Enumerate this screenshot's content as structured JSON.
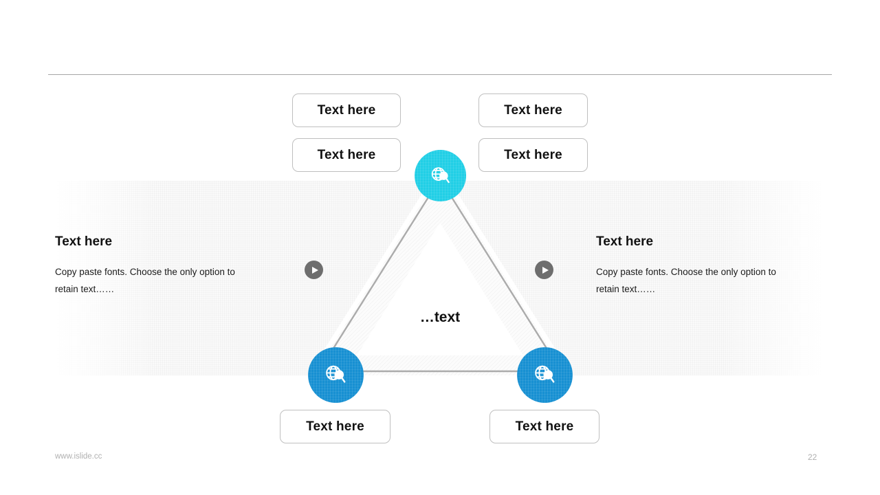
{
  "slide": {
    "centre_label": "…text",
    "divider": "horizontal-rule"
  },
  "colors": {
    "node_top": "#21CFE6",
    "node_bottom_left": "#1790D2",
    "node_bottom_right": "#1790D2",
    "play_button": "#6E6E6E",
    "pill_border": "#BFBFBF",
    "band": "#FAFAFA",
    "triangle_outline": "#ABABAB",
    "footer_text": "#B0B0B0"
  },
  "nodes": [
    {
      "id": "top",
      "icon": "globe-search-icon",
      "color": "#21CFE6"
    },
    {
      "id": "bottom-left",
      "icon": "globe-search-icon",
      "color": "#1790D2"
    },
    {
      "id": "bottom-right",
      "icon": "globe-search-icon",
      "color": "#1790D2"
    }
  ],
  "pills": [
    {
      "id": "top-left-1",
      "label": "Text here"
    },
    {
      "id": "top-left-2",
      "label": "Text here"
    },
    {
      "id": "top-right-1",
      "label": "Text here"
    },
    {
      "id": "top-right-2",
      "label": "Text here"
    },
    {
      "id": "bottom-left",
      "label": "Text here"
    },
    {
      "id": "bottom-right",
      "label": "Text here"
    }
  ],
  "side_blocks": [
    {
      "id": "left",
      "heading": "Text here",
      "body": "Copy paste fonts. Choose the only option to retain text……",
      "play_icon": "play-icon"
    },
    {
      "id": "right",
      "heading": "Text here",
      "body": "Copy paste fonts. Choose the only option to retain text……",
      "play_icon": "play-icon"
    }
  ],
  "footer": {
    "url": "www.islide.cc",
    "page_number": "22"
  }
}
